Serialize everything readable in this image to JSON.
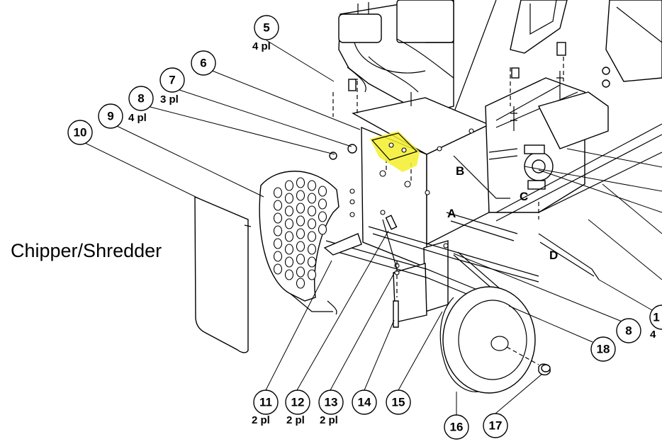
{
  "caption": "Chipper/Shredder",
  "highlight_color": "#f5ef2a",
  "callouts": [
    {
      "id": "c5",
      "num": "5",
      "qty": "4 pl"
    },
    {
      "id": "c6",
      "num": "6",
      "qty": ""
    },
    {
      "id": "c7",
      "num": "7",
      "qty": "3 pl"
    },
    {
      "id": "c8",
      "num": "8",
      "qty": "4 pl"
    },
    {
      "id": "c9",
      "num": "9",
      "qty": ""
    },
    {
      "id": "c10",
      "num": "10",
      "qty": ""
    },
    {
      "id": "c11",
      "num": "11",
      "qty": "2 pl"
    },
    {
      "id": "c12",
      "num": "12",
      "qty": "2 pl"
    },
    {
      "id": "c13",
      "num": "13",
      "qty": "2 pl"
    },
    {
      "id": "c14",
      "num": "14",
      "qty": ""
    },
    {
      "id": "c15",
      "num": "15",
      "qty": ""
    },
    {
      "id": "c16",
      "num": "16",
      "qty": ""
    },
    {
      "id": "c17",
      "num": "17",
      "qty": ""
    },
    {
      "id": "c18",
      "num": "18",
      "qty": ""
    },
    {
      "id": "c8b",
      "num": "8",
      "qty": ""
    },
    {
      "id": "c19",
      "num": "1",
      "qty": "4"
    }
  ],
  "section_letters": {
    "a": "A",
    "b": "B",
    "c": "C",
    "d": "D"
  }
}
